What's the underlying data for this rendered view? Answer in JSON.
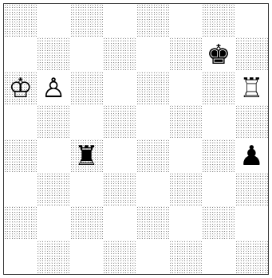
{
  "board": {
    "colors": {
      "border": "#333333",
      "light_square": "#ffffff",
      "dark_square_pattern": "#8a8a8a"
    },
    "pieces": [
      {
        "square": "g7",
        "type": "king",
        "color": "black",
        "glyph": "♚",
        "icon": "black-king-icon"
      },
      {
        "square": "a6",
        "type": "king",
        "color": "white",
        "glyph": "♔",
        "icon": "white-king-icon"
      },
      {
        "square": "b6",
        "type": "pawn",
        "color": "white",
        "glyph": "♙",
        "icon": "white-pawn-icon"
      },
      {
        "square": "h6",
        "type": "rook",
        "color": "white",
        "glyph": "♖",
        "icon": "white-rook-icon"
      },
      {
        "square": "c4",
        "type": "rook",
        "color": "black",
        "glyph": "♜",
        "icon": "black-rook-icon"
      },
      {
        "square": "h4",
        "type": "pawn",
        "color": "black",
        "glyph": "♟",
        "icon": "black-pawn-icon"
      }
    ]
  }
}
